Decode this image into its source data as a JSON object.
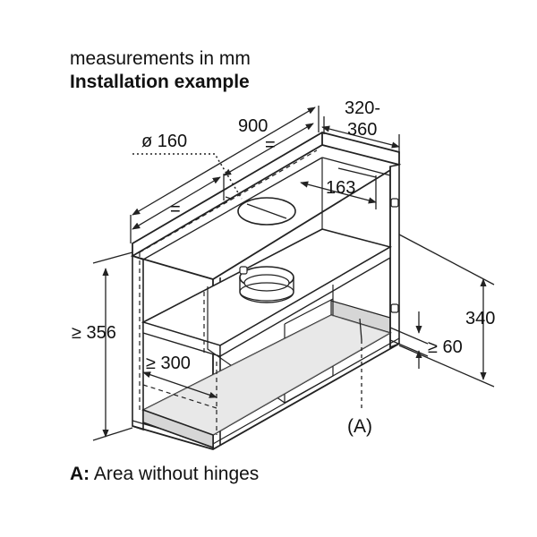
{
  "header": {
    "units_note": "measurements in mm",
    "title": "Installation example"
  },
  "dimensions": {
    "width": "900",
    "equal_left": "=",
    "equal_right": "=",
    "depth_top": "320-",
    "depth_bottom": "360",
    "duct_diameter": "ø 160",
    "duct_offset": "163",
    "min_height": "≥ 356",
    "min_depth": "≥ 300",
    "height": "340",
    "min_clearance": "≥ 60",
    "area_marker": "(A)"
  },
  "legend": {
    "key": "A:",
    "text": "Area without hinges"
  },
  "colors": {
    "line": "#222222",
    "shade": "#d6d6d6",
    "shade_dark": "#c2c2c2"
  }
}
